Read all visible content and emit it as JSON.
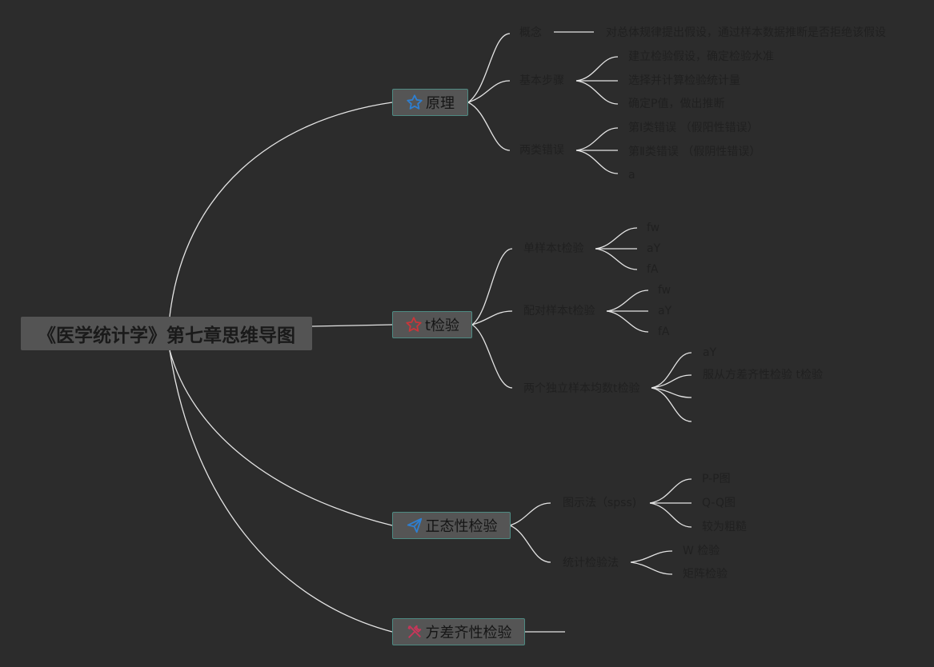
{
  "root": {
    "label": "《医学统计学》第七章思维导图"
  },
  "branches": {
    "b1": {
      "label": "原理",
      "icon": "star-outline-icon",
      "icon_color": "#2e7fd1"
    },
    "b2": {
      "label": "t检验",
      "icon": "star-outline-icon",
      "icon_color": "#c8363a"
    },
    "b3": {
      "label": "正态性检验",
      "icon": "paper-plane-icon",
      "icon_color": "#2e7fd1"
    },
    "b4": {
      "label": "方差齐性检验",
      "icon": "tools-icon",
      "icon_color": "#c8365a"
    }
  },
  "topics": {
    "concept": "概念",
    "concept_desc": "对总体规律提出假设，通过样本数据推断是否拒绝该假设",
    "steps": "基本步骤",
    "step1": "建立检验假设，确定检验水准",
    "step2": "选择并计算检验统计量",
    "step3": "确定P值，做出推断",
    "errors": "两类错误",
    "err1": "第Ⅰ类错误 （假阳性错误）",
    "err2": "第Ⅱ类错误 （假阴性错误）",
    "err3": "a",
    "single_t": "单样本t检验",
    "single_t_1": "fw",
    "single_t_2": "aY",
    "single_t_3": "fA",
    "paired_t": "配对样本t检验",
    "paired_t_1": "fw",
    "paired_t_2": "aY",
    "paired_t_3": "fA",
    "indep_t": "两个独立样本均数t检验",
    "indep_t_1": "aY",
    "indep_t_2": "服从方差齐性检验 t检验",
    "graph": "图示法（spss)",
    "graph_1": "P-P图",
    "graph_2": "Q-Q图",
    "graph_3": "较为粗糙",
    "stat": "统计检验法",
    "stat_1": "W 检验",
    "stat_2": "矩阵检验"
  }
}
